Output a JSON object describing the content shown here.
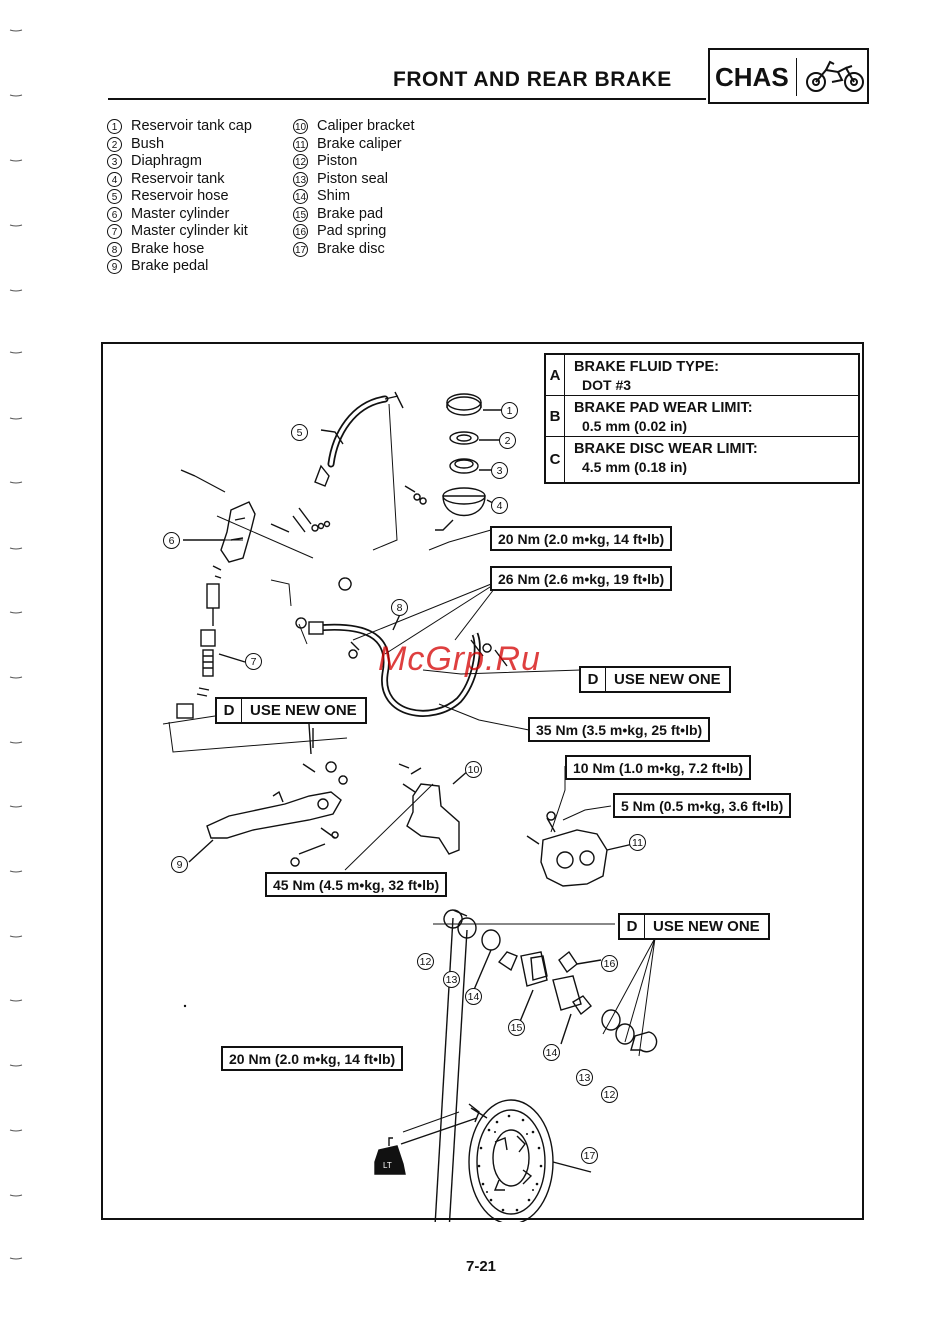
{
  "header": {
    "title": "FRONT AND REAR BRAKE",
    "section_code": "CHAS",
    "section_icon": "motorcycle-icon"
  },
  "legend": {
    "col1": [
      {
        "num": "1",
        "label": "Reservoir tank cap"
      },
      {
        "num": "2",
        "label": "Bush"
      },
      {
        "num": "3",
        "label": "Diaphragm"
      },
      {
        "num": "4",
        "label": "Reservoir tank"
      },
      {
        "num": "5",
        "label": "Reservoir hose"
      },
      {
        "num": "6",
        "label": "Master cylinder"
      },
      {
        "num": "7",
        "label": "Master cylinder kit"
      },
      {
        "num": "8",
        "label": "Brake hose"
      },
      {
        "num": "9",
        "label": "Brake pedal"
      }
    ],
    "col2": [
      {
        "num": "10",
        "label": "Caliper bracket"
      },
      {
        "num": "11",
        "label": "Brake caliper"
      },
      {
        "num": "12",
        "label": "Piston"
      },
      {
        "num": "13",
        "label": "Piston seal"
      },
      {
        "num": "14",
        "label": "Shim"
      },
      {
        "num": "15",
        "label": "Brake pad"
      },
      {
        "num": "16",
        "label": "Pad spring"
      },
      {
        "num": "17",
        "label": "Brake disc"
      }
    ]
  },
  "specs": [
    {
      "letter": "A",
      "label": "BRAKE FLUID TYPE:",
      "value": "DOT #3"
    },
    {
      "letter": "B",
      "label": "BRAKE PAD WEAR LIMIT:",
      "value": "0.5 mm (0.02 in)"
    },
    {
      "letter": "C",
      "label": "BRAKE DISC WEAR LIMIT:",
      "value": "4.5 mm (0.18 in)"
    }
  ],
  "torques": {
    "t1": "20 Nm (2.0 m•kg, 14 ft•lb)",
    "t2": "26 Nm (2.6 m•kg, 19 ft•lb)",
    "t3": "35 Nm (3.5 m•kg, 25 ft•lb)",
    "t4": "10 Nm (1.0 m•kg, 7.2 ft•lb)",
    "t5": "5 Nm (0.5 m•kg, 3.6 ft•lb)",
    "t6": "45 Nm (4.5 m•kg, 32 ft•lb)",
    "t7": "20 Nm (2.0 m•kg, 14 ft•lb)"
  },
  "use_new": {
    "letter": "D",
    "text": "USE NEW ONE"
  },
  "callouts": [
    "1",
    "2",
    "3",
    "4",
    "5",
    "6",
    "7",
    "8",
    "9",
    "10",
    "11",
    "12",
    "13",
    "14",
    "15",
    "16",
    "17"
  ],
  "lt_symbol": "LT",
  "watermark": "McGrp.Ru",
  "page_number": "7-21"
}
